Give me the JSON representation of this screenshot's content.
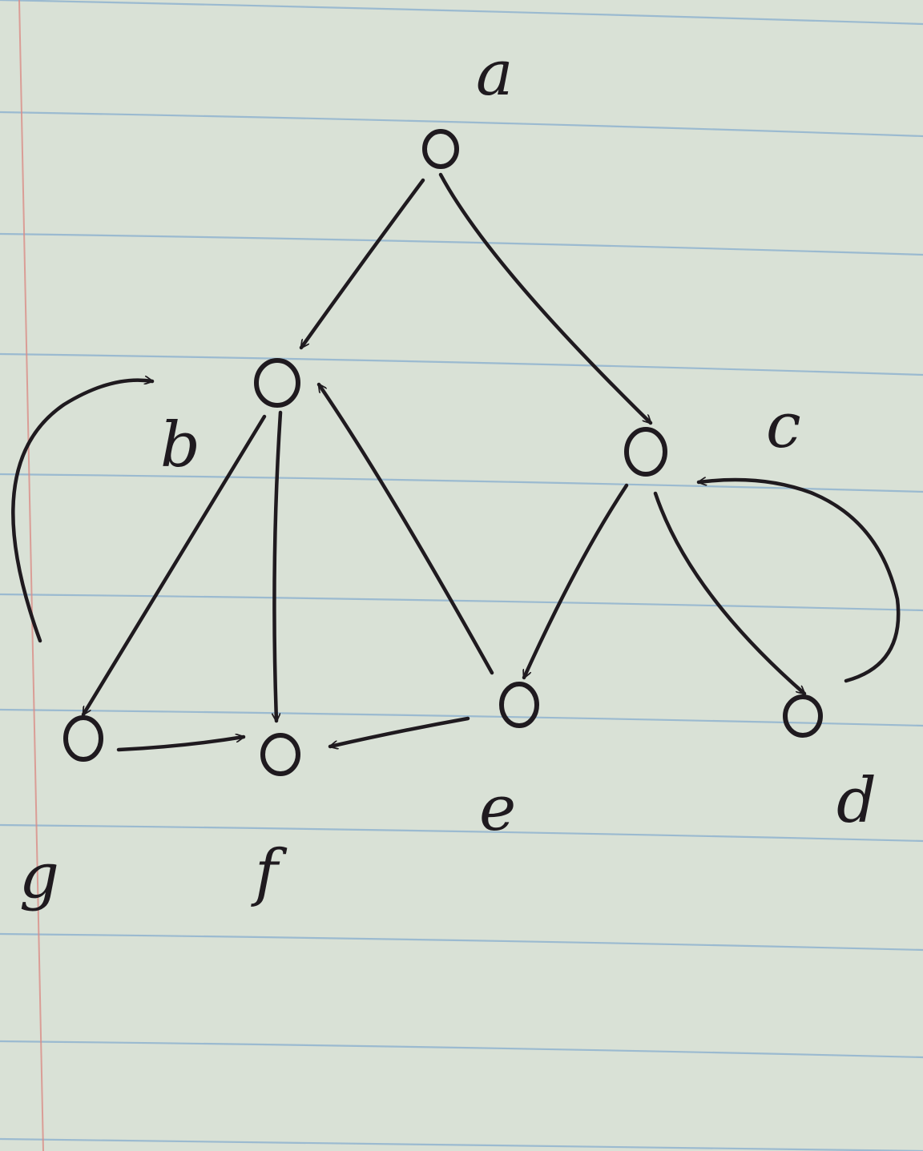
{
  "diagram": {
    "nodes": [
      {
        "id": "a",
        "label": "a"
      },
      {
        "id": "b",
        "label": "b"
      },
      {
        "id": "c",
        "label": "c"
      },
      {
        "id": "g",
        "label": "g"
      },
      {
        "id": "f",
        "label": "f"
      },
      {
        "id": "e",
        "label": "e"
      },
      {
        "id": "d",
        "label": "d"
      }
    ],
    "edges": [
      {
        "from": "a",
        "to": "b"
      },
      {
        "from": "a",
        "to": "c"
      },
      {
        "from": "b",
        "to": "g"
      },
      {
        "from": "b",
        "to": "f"
      },
      {
        "from": "g",
        "to": "b"
      },
      {
        "from": "g",
        "to": "f"
      },
      {
        "from": "e",
        "to": "b"
      },
      {
        "from": "e",
        "to": "f"
      },
      {
        "from": "c",
        "to": "e"
      },
      {
        "from": "c",
        "to": "d"
      },
      {
        "from": "d",
        "to": "c"
      }
    ]
  },
  "colors": {
    "ink": "#1f1a1f",
    "paper": "#d9e1d6",
    "rule_line": "#8fb3cf",
    "margin_line": "#d98c86"
  }
}
